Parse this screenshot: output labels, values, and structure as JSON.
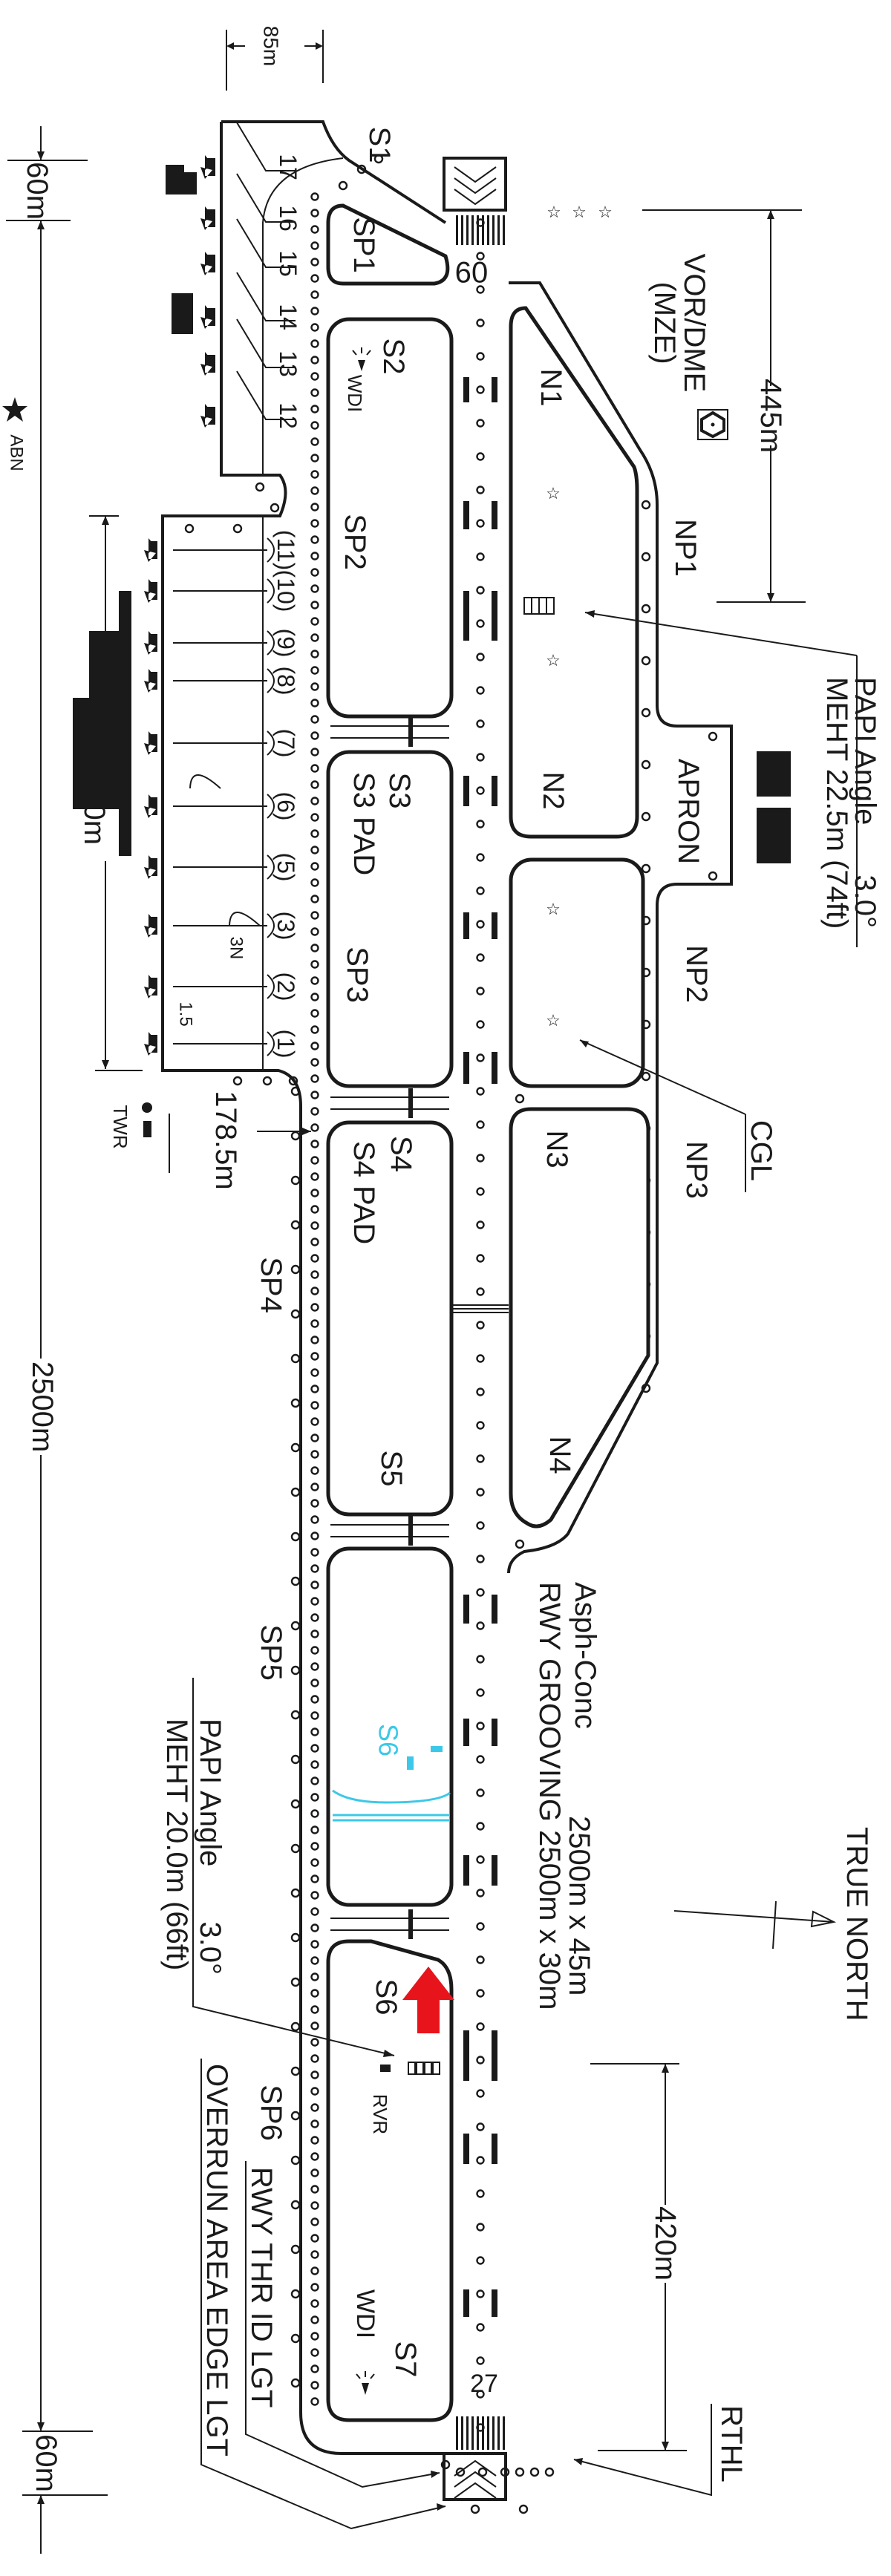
{
  "taxiways": {
    "s1": "S1",
    "s2": "S2",
    "s3": "S3",
    "s4": "S4",
    "s5": "S5",
    "s6": "S6",
    "s6_planned": "S6",
    "s7": "S7",
    "sp1": "SP1",
    "sp2": "SP2",
    "sp3": "SP3",
    "sp4": "SP4",
    "sp5": "SP5",
    "sp6": "SP6",
    "n1": "N1",
    "n2": "N2",
    "n3": "N3",
    "n4": "N4",
    "np1": "NP1",
    "np2": "NP2",
    "np3": "NP3",
    "s3_pad": "S3 PAD",
    "s4_pad": "S4 PAD",
    "apron": "APRON"
  },
  "stands": [
    "17",
    "16",
    "15",
    "14",
    "13",
    "12",
    "(11)",
    "(10)",
    "(9)",
    "(8)",
    "(7)",
    "(6)",
    "(5)",
    "(3)",
    "(2)",
    "(1)"
  ],
  "stand_notes": {
    "n3": "3N",
    "n15": "1.5"
  },
  "dimensions": {
    "width_85": "85m",
    "top_60": "60m",
    "bottom_60": "60m",
    "d445": "445m",
    "d630": "630m",
    "d178": "178.5m",
    "d2500": "2500m",
    "d420": "420m"
  },
  "navaids": {
    "vor_line1": "VOR/DME",
    "vor_line2": "(MZE)",
    "abn": "ABN",
    "twr": "TWR",
    "wdi_top": "WDI",
    "wdi_bottom": "WDI",
    "rvr": "RVR",
    "cgl": "CGL",
    "rthl": "RTHL"
  },
  "papi": [
    {
      "angle_label": "PAPI Angle",
      "angle": "3.0°",
      "meht": "MEHT 22.5m (74ft)"
    },
    {
      "angle_label": "PAPI Angle",
      "angle": "3.0°",
      "meht": "MEHT 20.0m (66ft)"
    }
  ],
  "runway": {
    "designator_09": "09",
    "designator_27": "27",
    "dims": "2500m x 45m",
    "surface": "Asph-Conc",
    "grooving": "RWY GROOVING 2500m x 30m"
  },
  "legend": {
    "true_north": "TRUE NORTH",
    "thr_id_lgt": "RWY THR ID LGT",
    "overrun_lgt": "OVERRUN AREA EDGE LGT"
  },
  "colors": {
    "planned_taxiway": "#3cc8e8",
    "position_marker": "#e8141c"
  }
}
